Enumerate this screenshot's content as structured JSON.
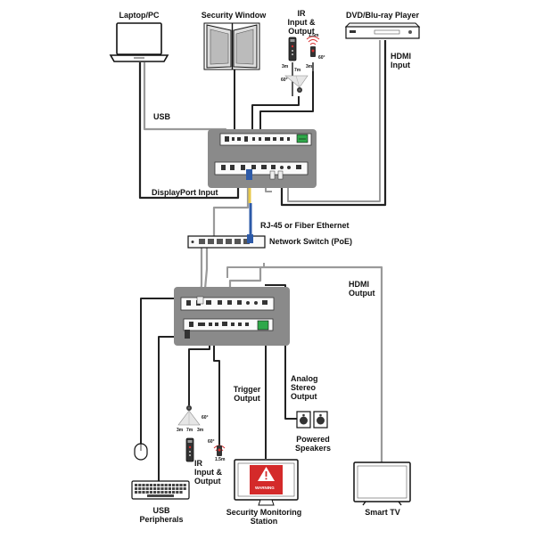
{
  "labels": {
    "laptop": "Laptop/PC",
    "security_window": "Security Window",
    "ir_top": [
      "IR",
      "Input &",
      "Output"
    ],
    "dvd": "DVD/Blu-ray Player",
    "hdmi_input": [
      "HDMI",
      "Input"
    ],
    "usb": "USB",
    "displayport": "DisplayPort Input",
    "rj45": "RJ-45 or Fiber Ethernet",
    "switch": "Network Switch (PoE)",
    "hdmi_output": [
      "HDMI",
      "Output"
    ],
    "analog": [
      "Analog",
      "Stereo",
      "Output"
    ],
    "trigger": [
      "Trigger",
      "Output"
    ],
    "speakers": [
      "Powered",
      "Speakers"
    ],
    "ir_bottom": [
      "IR",
      "Input &",
      "Output"
    ],
    "usb_peripherals": [
      "USB",
      "Peripherals"
    ],
    "monitor_station": [
      "Security Monitoring",
      "Station"
    ],
    "smart_tv": "Smart TV",
    "warning_text": "WARNING"
  },
  "ir_specs": {
    "top": {
      "dist_left": "3m",
      "dist_mid": "7m",
      "dist_right": "3m",
      "angle_left": "60°",
      "range": "1.5m",
      "angle_right": "60°"
    },
    "bottom": {
      "dist_left": "3m",
      "dist_mid": "7m",
      "dist_right": "3m",
      "angle_right": "60°",
      "range": "1.5m",
      "angle_left": "60°"
    }
  },
  "colors": {
    "panel": "#8a8a8a",
    "cable_dark": "#222222",
    "cable_gray": "#9a9a9a",
    "ethernet_blue": "#2d5aa8",
    "ethernet_yellow": "#e8c84a",
    "connector_green": "#2fa84a",
    "warning_red": "#d42a2a",
    "ir_red": "#d83030"
  },
  "icons": [
    "laptop-icon",
    "window-icon",
    "ir-remote-icon",
    "ir-emitter-icon",
    "ir-receiver-icon",
    "bluray-player-icon",
    "transmitter-icon",
    "network-switch-icon",
    "receiver-icon",
    "mouse-icon",
    "keyboard-icon",
    "speaker-icon",
    "monitor-icon",
    "warning-icon",
    "tv-icon"
  ]
}
